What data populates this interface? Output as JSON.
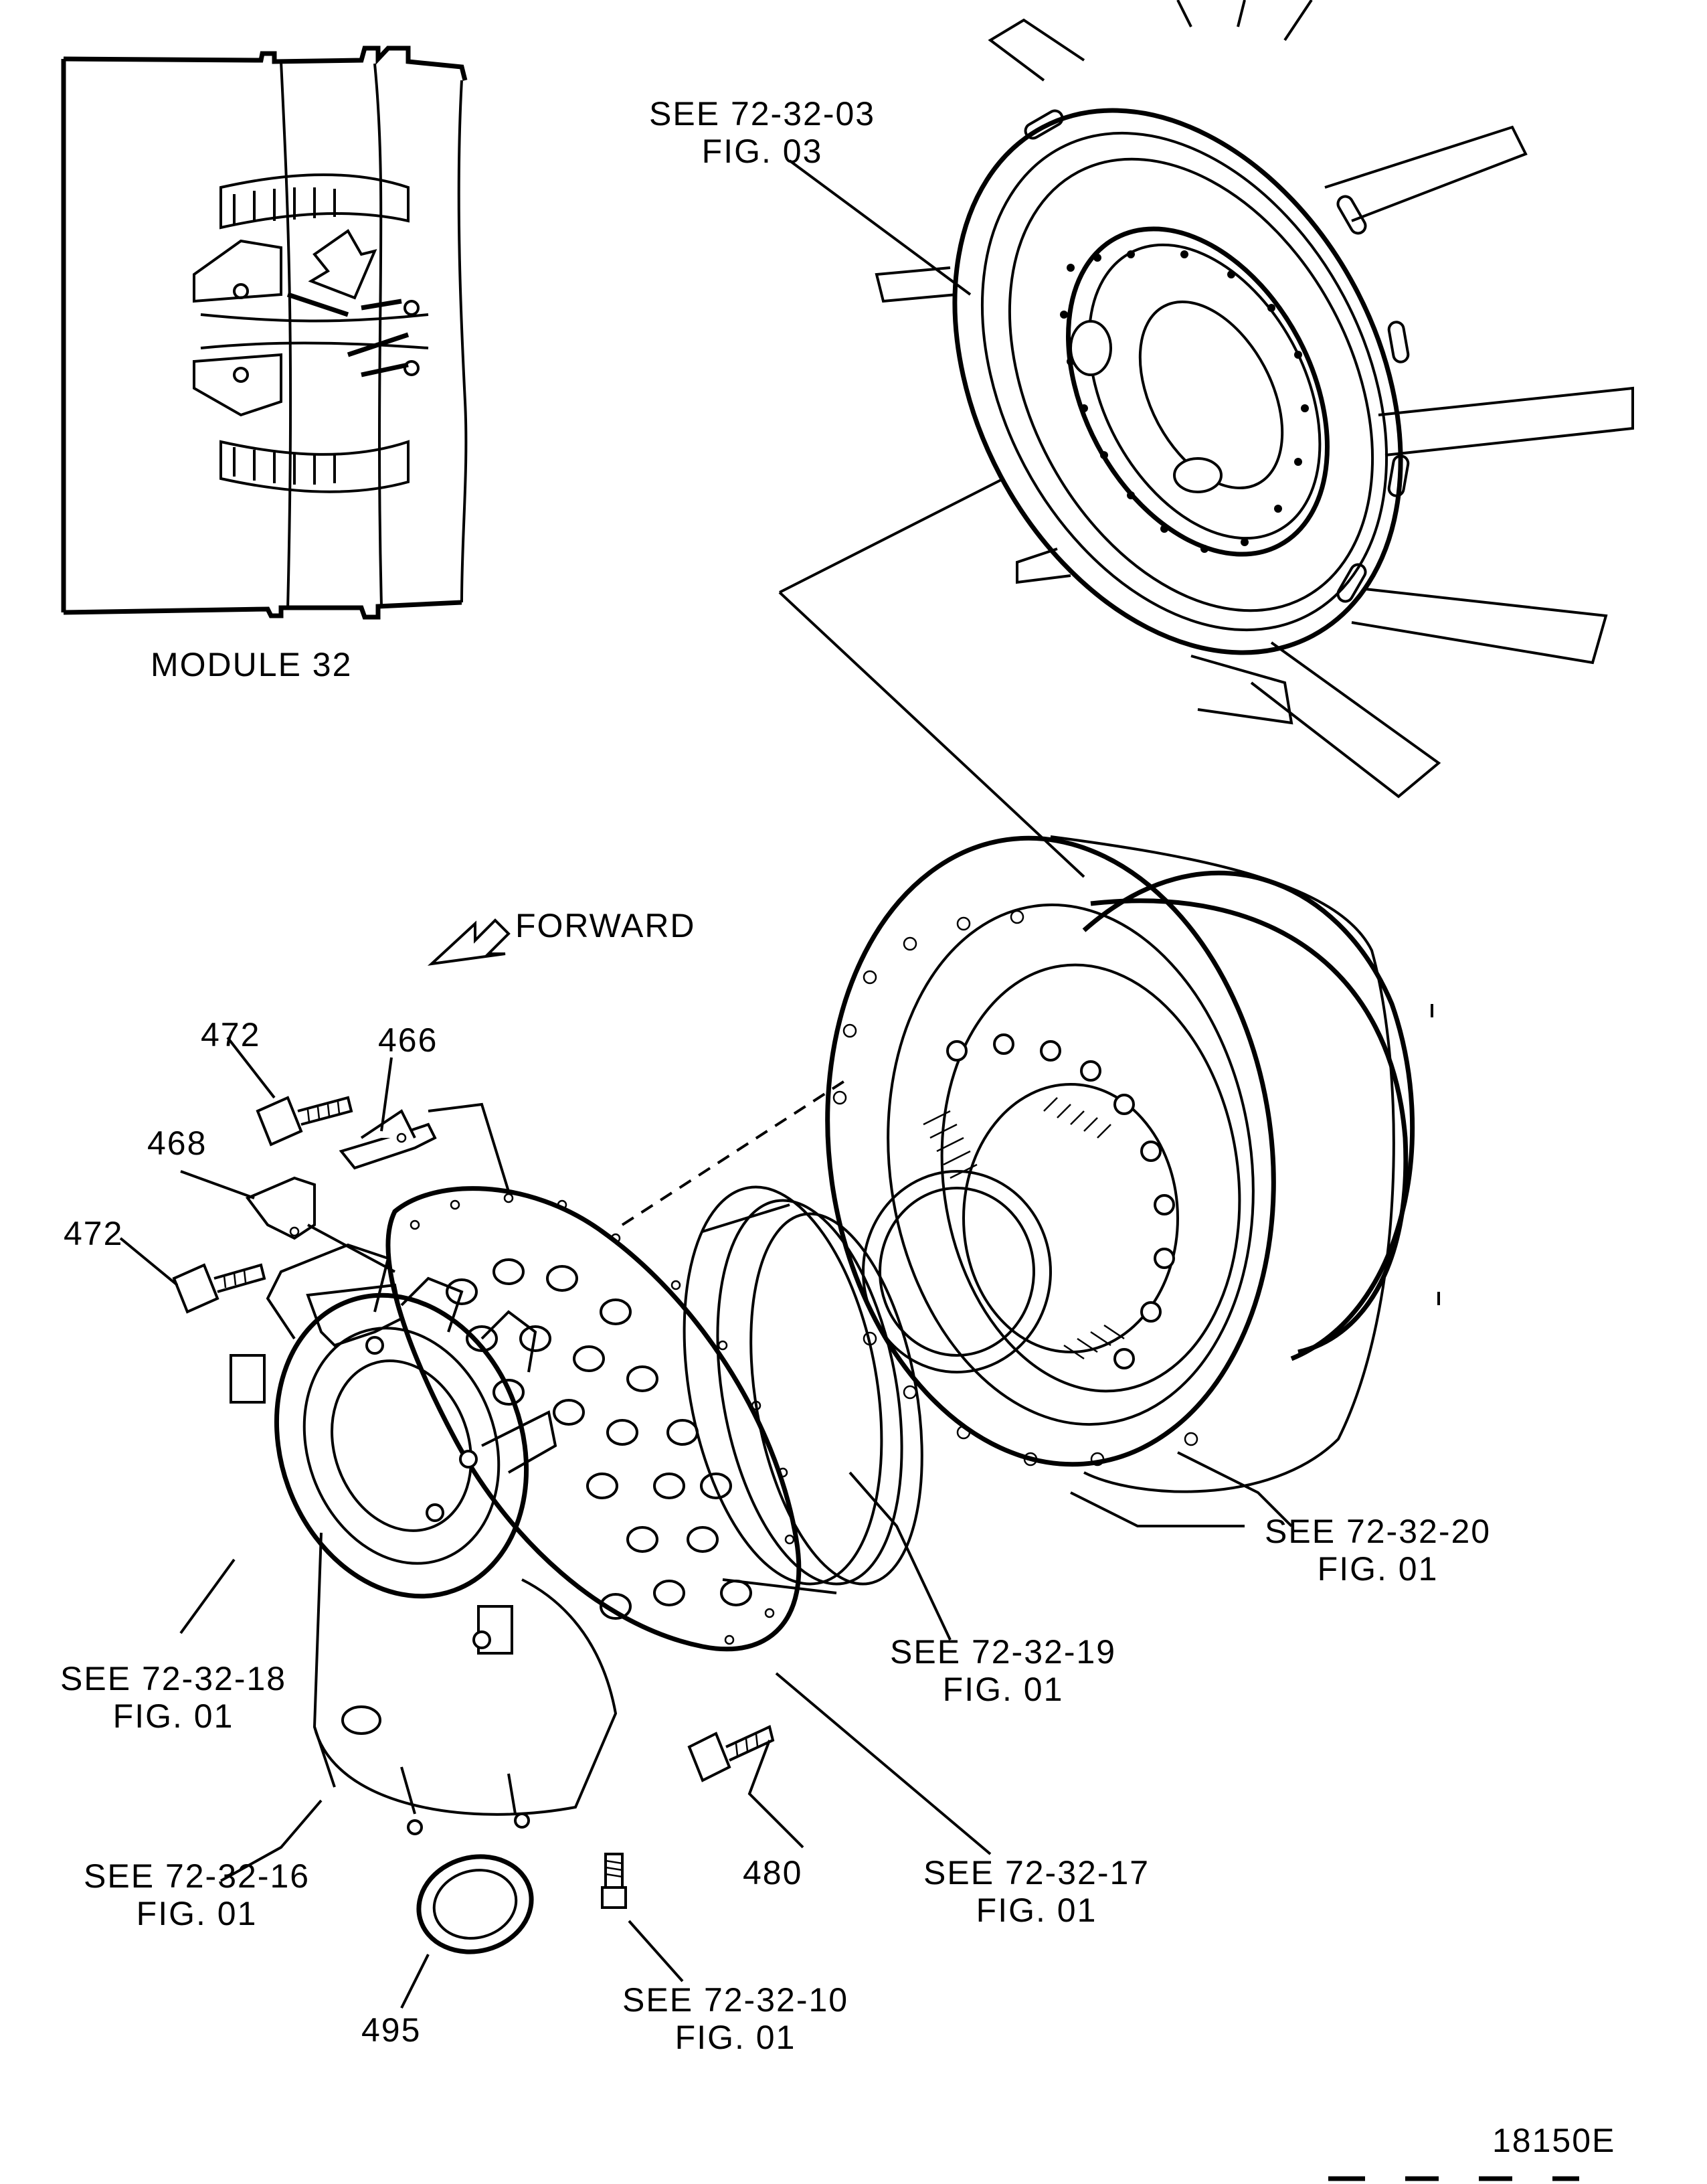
{
  "labels": {
    "module": "MODULE 32",
    "see_72_32_03": [
      "SEE 72-32-03",
      "FIG. 03"
    ],
    "forward": "FORWARD",
    "p472a": "472",
    "p466": "466",
    "p468": "468",
    "p472b": "472",
    "see_72_32_20": [
      "SEE 72-32-20",
      "FIG. 01"
    ],
    "see_72_32_19": [
      "SEE 72-32-19",
      "FIG. 01"
    ],
    "see_72_32_18": [
      "SEE 72-32-18",
      "FIG. 01"
    ],
    "see_72_32_16": [
      "SEE 72-32-16",
      "FIG. 01"
    ],
    "see_72_32_17": [
      "SEE 72-32-17",
      "FIG. 01"
    ],
    "see_72_32_10": [
      "SEE 72-32-10",
      "FIG. 01"
    ],
    "p480": "480",
    "p495": "495",
    "figure_id": "18150E"
  }
}
